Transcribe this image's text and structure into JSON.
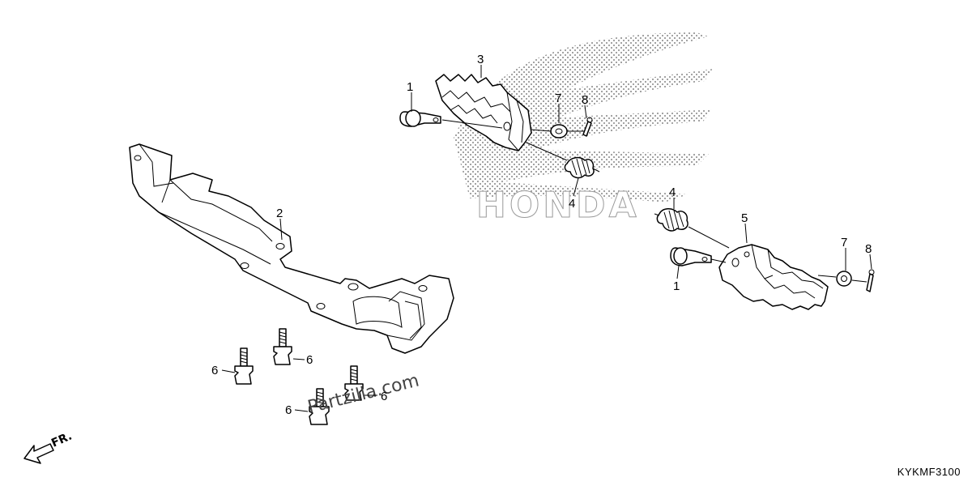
{
  "diagram": {
    "code": "KYKMF3100",
    "direction_label": "FR.",
    "watermark_brand": "HONDA",
    "watermark_site": "Partzilla.com",
    "callouts": {
      "pin_upper": "1",
      "bracket": "2",
      "footpeg_left": "3",
      "spring_upper": "4",
      "spring_lower": "4",
      "footpeg_right": "5",
      "bolt_a": "6",
      "bolt_b": "6",
      "bolt_c": "6",
      "bolt_d": "6",
      "washer_upper": "7",
      "cotter_upper": "8",
      "pin_lower": "1",
      "washer_lower": "7",
      "cotter_lower": "8"
    }
  }
}
